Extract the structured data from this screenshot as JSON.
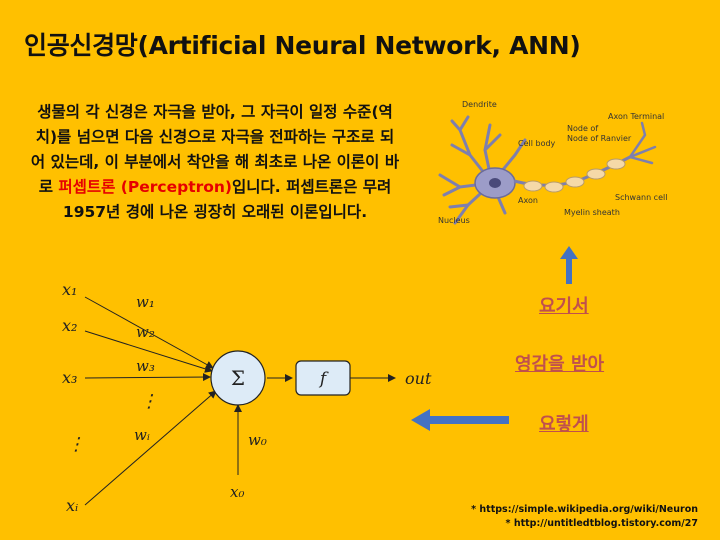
{
  "title": "인공신경망(Artificial Neural Network, ANN)",
  "paragraph": {
    "before": "생물의 각 신경은 자극을 받아, 그 자극이 일정 수준(역치)를 넘으면 다음 신경으로 자극을 전파하는 구조로 되어 있는데, 이 부분에서 착안을 해 최초로 나온 이론이 바로 ",
    "highlight": "퍼셉트론 (Perceptron)",
    "after": "입니다. 퍼셉트론은 무려 1957년 경에 나온 굉장히 오래된 이론입니다."
  },
  "neuron_labels": {
    "dendrite": "Dendrite",
    "cell_body": "Cell body",
    "node_of_ranvier": "Node of Ranvier",
    "axon_terminal": "Axon Terminal",
    "axon": "Axon",
    "schwann_cell": "Schwann cell",
    "myelin_sheath": "Myelin sheath",
    "nucleus": "Nucleus"
  },
  "perceptron": {
    "inputs": [
      "x₁",
      "x₂",
      "x₃",
      "⋮",
      "xᵢ"
    ],
    "weights": [
      "w₁",
      "w₂",
      "w₃",
      "⋮",
      "wᵢ"
    ],
    "bias_weight": "w₀",
    "bias_input": "x₀",
    "sum_symbol": "Σ",
    "activation": "f",
    "output": "out"
  },
  "side_labels": {
    "label1": "요기서",
    "label2": "영감을 받아",
    "label3": "요렇게"
  },
  "references": [
    "* https://simple.wikipedia.org/wiki/Neuron",
    "* http://untitledtblog.tistory.com/27"
  ],
  "colors": {
    "background": "#FFC000",
    "highlight": "#E60000",
    "side_label": "#C0504D",
    "arrow": "#4472C4",
    "node_fill": "#DDEBF7"
  }
}
